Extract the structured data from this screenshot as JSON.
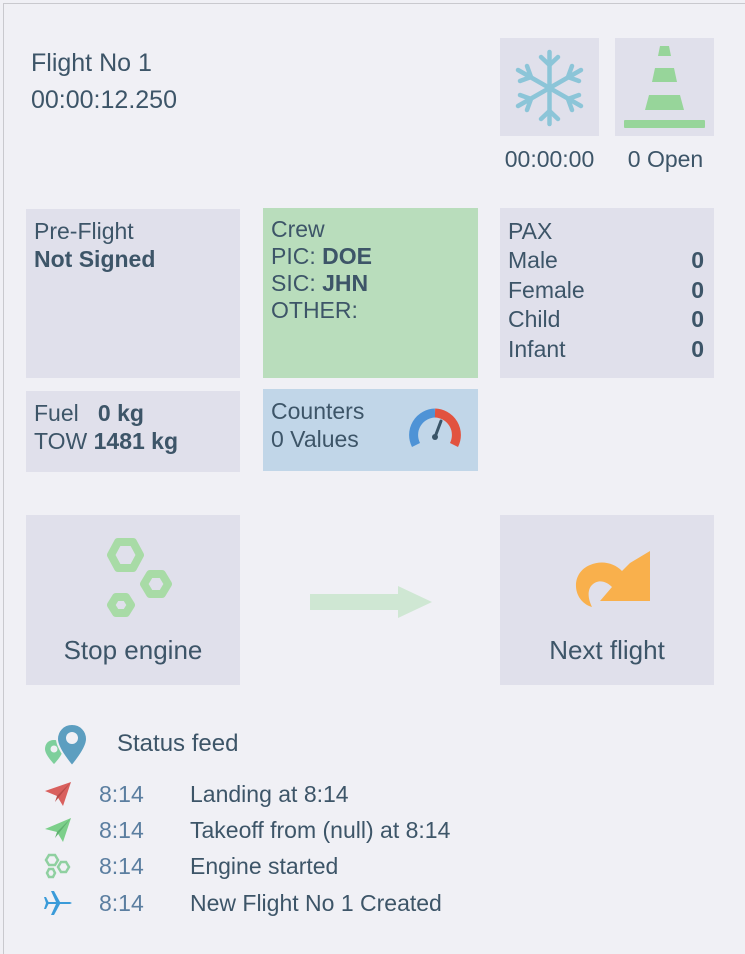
{
  "flight": {
    "title": "Flight No 1",
    "timer": "00:00:12.250"
  },
  "deice": {
    "time": "00:00:00",
    "icon": "snowflake-icon",
    "color": "#8cc5d8"
  },
  "snags": {
    "count": "0 Open",
    "icon": "traffic-cone-icon",
    "color": "#97d59a"
  },
  "preflight": {
    "label": "Pre-Flight",
    "status": "Not Signed"
  },
  "crew": {
    "label": "Crew",
    "pic_label": "PIC:",
    "pic_value": "DOE",
    "sic_label": "SIC:",
    "sic_value": "JHN",
    "other_label": "OTHER:",
    "color": "#b9ddbc"
  },
  "pax": {
    "label": "PAX",
    "rows": [
      {
        "label": "Male",
        "value": "0"
      },
      {
        "label": "Female",
        "value": "0"
      },
      {
        "label": "Child",
        "value": "0"
      },
      {
        "label": "Infant",
        "value": "0"
      }
    ]
  },
  "fuel": {
    "fuel_label": "Fuel",
    "fuel_value": "0 kg",
    "tow_label": "TOW",
    "tow_value": "1481 kg"
  },
  "counters": {
    "label": "Counters",
    "value": "0 Values",
    "icon": "gauge-icon",
    "color": "#c1d6e8"
  },
  "actions": {
    "stop_engine": "Stop engine",
    "next_flight": "Next flight",
    "engine_icon": "engine-gears-icon",
    "next_icon": "redo-arrow-icon",
    "engine_color": "#a8dba6",
    "next_color": "#f9b04c"
  },
  "feed": {
    "title": "Status feed",
    "items": [
      {
        "icon": "landing-plane-icon",
        "time": "8:14",
        "text": "Landing at 8:14"
      },
      {
        "icon": "takeoff-plane-icon",
        "time": "8:14",
        "text": "Takeoff from (null) at 8:14"
      },
      {
        "icon": "engine-gears-icon",
        "time": "8:14",
        "text": "Engine started"
      },
      {
        "icon": "airplane-icon",
        "time": "8:14",
        "text": "New Flight No 1 Created"
      }
    ]
  }
}
